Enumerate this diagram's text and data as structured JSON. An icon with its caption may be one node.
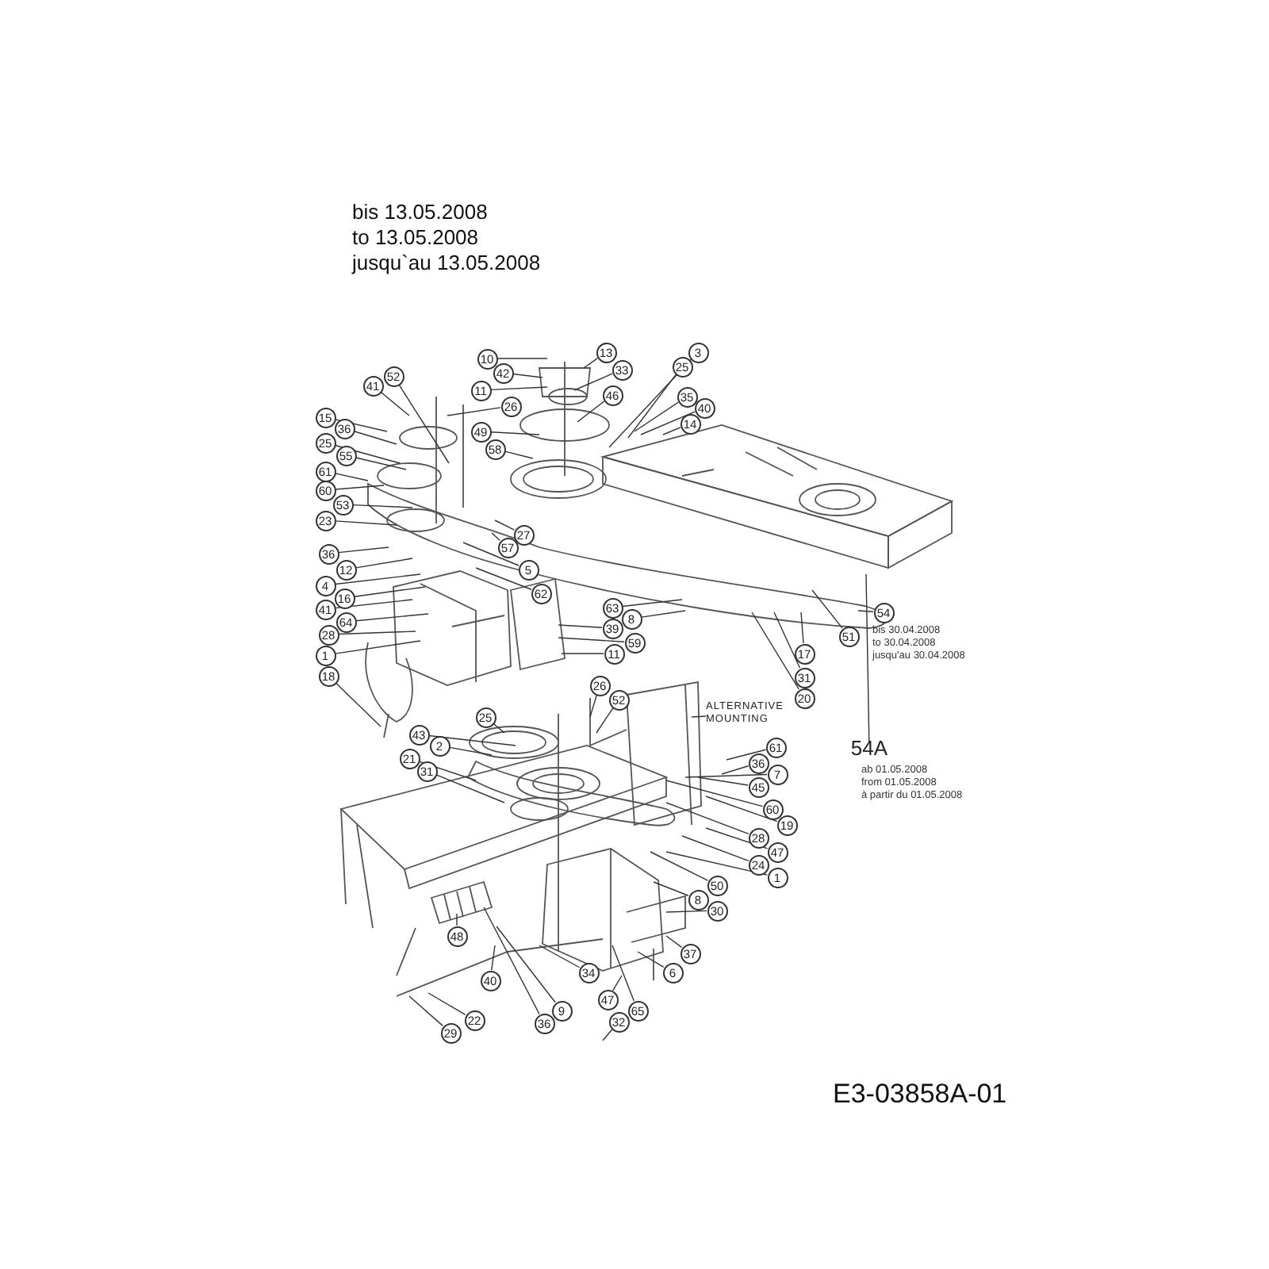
{
  "diagram": {
    "nodes": [
      {
        "text": [
          "10"
        ]
      },
      {
        "text": [
          "13"
        ]
      },
      {
        "text": [
          "42"
        ]
      },
      {
        "text": [
          "33"
        ]
      },
      {
        "text": [
          "3"
        ]
      },
      {
        "text": [
          "25"
        ]
      },
      {
        "text": [
          "52"
        ]
      },
      {
        "text": [
          "41"
        ]
      },
      {
        "text": [
          "11"
        ]
      },
      {
        "text": [
          "46"
        ]
      },
      {
        "text": [
          "26"
        ]
      },
      {
        "text": [
          "35"
        ]
      },
      {
        "text": [
          "40"
        ]
      },
      {
        "text": [
          "14"
        ]
      },
      {
        "text": [
          "15"
        ]
      },
      {
        "text": [
          "36"
        ]
      },
      {
        "text": [
          "49"
        ]
      },
      {
        "text": [
          "25"
        ]
      },
      {
        "text": [
          "58"
        ]
      },
      {
        "text": [
          "55"
        ]
      },
      {
        "text": [
          "61"
        ]
      },
      {
        "text": [
          "60"
        ]
      },
      {
        "text": [
          "53"
        ]
      },
      {
        "text": [
          "23"
        ]
      },
      {
        "text": [
          "27"
        ]
      },
      {
        "text": [
          "57"
        ]
      },
      {
        "text": [
          "36"
        ]
      },
      {
        "text": [
          "12"
        ]
      },
      {
        "text": [
          "4"
        ]
      },
      {
        "text": [
          "16"
        ]
      },
      {
        "text": [
          "41"
        ]
      },
      {
        "text": [
          "64"
        ]
      },
      {
        "text": [
          "28"
        ]
      },
      {
        "text": [
          "1"
        ]
      },
      {
        "text": [
          "18"
        ]
      },
      {
        "text": [
          "5"
        ]
      },
      {
        "text": [
          "62"
        ]
      },
      {
        "text": [
          "63"
        ]
      },
      {
        "text": [
          "8"
        ]
      },
      {
        "text": [
          "39"
        ]
      },
      {
        "text": [
          "59"
        ]
      },
      {
        "text": [
          "11"
        ]
      },
      {
        "text": [
          "54"
        ],
        "beside": [
          "bis 30.04.2008",
          "to 30.04.2008",
          "jusqu'au 30.04.2008"
        ]
      },
      {
        "text": [
          "51"
        ]
      },
      {
        "text": [
          "17"
        ]
      },
      {
        "text": [
          "31"
        ]
      },
      {
        "text": [
          "20"
        ]
      },
      {
        "text": [
          "54A"
        ],
        "beside": [
          "ab 01.05.2008",
          "from 01.05.2008",
          "à partir du 01.05.2008"
        ]
      },
      {
        "text": [
          "26"
        ]
      },
      {
        "text": [
          "52"
        ]
      },
      {
        "text": [
          "25"
        ]
      },
      {
        "text": [
          "43"
        ]
      },
      {
        "text": [
          "2"
        ]
      },
      {
        "text": [
          "21"
        ]
      },
      {
        "text": [
          "31"
        ]
      },
      {
        "text": [
          "ALTERNATIVE MOUNTING"
        ]
      },
      {
        "text": [
          "61"
        ]
      },
      {
        "text": [
          "36"
        ]
      },
      {
        "text": [
          "7"
        ]
      },
      {
        "text": [
          "45"
        ]
      },
      {
        "text": [
          "60"
        ]
      },
      {
        "text": [
          "19"
        ]
      },
      {
        "text": [
          "28"
        ]
      },
      {
        "text": [
          "47"
        ]
      },
      {
        "text": [
          "24"
        ]
      },
      {
        "text": [
          "1"
        ]
      },
      {
        "text": [
          "50"
        ]
      },
      {
        "text": [
          "8"
        ]
      },
      {
        "text": [
          "30"
        ]
      },
      {
        "text": [
          "37"
        ]
      },
      {
        "text": [
          "6"
        ]
      },
      {
        "text": [
          "65"
        ]
      },
      {
        "text": [
          "32"
        ]
      },
      {
        "text": [
          "47"
        ]
      },
      {
        "text": [
          "34"
        ]
      },
      {
        "text": [
          "9"
        ]
      },
      {
        "text": [
          "36"
        ]
      },
      {
        "text": [
          "48"
        ]
      },
      {
        "text": [
          "40"
        ]
      },
      {
        "text": [
          "22"
        ]
      },
      {
        "text": [
          "29"
        ]
      }
    ],
    "edges": [
      {
        "from": 0,
        "to": null,
        "arrow": "none"
      },
      {
        "from": 1,
        "to": null,
        "arrow": "none"
      },
      {
        "from": 2,
        "to": null,
        "arrow": "none"
      },
      {
        "from": 3,
        "to": null,
        "arrow": "none"
      },
      {
        "from": 4,
        "to": null,
        "arrow": "none"
      },
      {
        "from": 5,
        "to": null,
        "arrow": "none"
      },
      {
        "from": 6,
        "to": null,
        "arrow": "none"
      },
      {
        "from": 7,
        "to": null,
        "arrow": "none"
      },
      {
        "from": 8,
        "to": null,
        "arrow": "none"
      },
      {
        "from": 9,
        "to": null,
        "arrow": "none"
      },
      {
        "from": 10,
        "to": null,
        "arrow": "none"
      },
      {
        "from": 11,
        "to": null,
        "arrow": "none"
      },
      {
        "from": 12,
        "to": null,
        "arrow": "none"
      },
      {
        "from": 13,
        "to": null,
        "arrow": "none"
      },
      {
        "from": 14,
        "to": null,
        "arrow": "none"
      },
      {
        "from": 15,
        "to": null,
        "arrow": "none"
      },
      {
        "from": 16,
        "to": null,
        "arrow": "none"
      },
      {
        "from": 17,
        "to": null,
        "arrow": "none"
      },
      {
        "from": 18,
        "to": null,
        "arrow": "none"
      },
      {
        "from": 19,
        "to": null,
        "arrow": "none"
      },
      {
        "from": 20,
        "to": null,
        "arrow": "none"
      },
      {
        "from": 21,
        "to": null,
        "arrow": "none"
      },
      {
        "from": 22,
        "to": null,
        "arrow": "none"
      },
      {
        "from": 23,
        "to": null,
        "arrow": "none"
      },
      {
        "from": 24,
        "to": null,
        "arrow": "none"
      },
      {
        "from": 25,
        "to": null,
        "arrow": "none"
      },
      {
        "from": 26,
        "to": null,
        "arrow": "none"
      },
      {
        "from": 27,
        "to": null,
        "arrow": "none"
      },
      {
        "from": 28,
        "to": null,
        "arrow": "none"
      },
      {
        "from": 29,
        "to": null,
        "arrow": "none"
      },
      {
        "from": 30,
        "to": null,
        "arrow": "none"
      },
      {
        "from": 31,
        "to": null,
        "arrow": "none"
      },
      {
        "from": 32,
        "to": null,
        "arrow": "none"
      },
      {
        "from": 33,
        "to": null,
        "arrow": "none"
      },
      {
        "from": 34,
        "to": null,
        "arrow": "none"
      },
      {
        "from": 35,
        "to": null,
        "arrow": "none"
      },
      {
        "from": 36,
        "to": null,
        "arrow": "none"
      },
      {
        "from": 37,
        "to": null,
        "arrow": "none"
      },
      {
        "from": 38,
        "to": null,
        "arrow": "none"
      },
      {
        "from": 39,
        "to": null,
        "arrow": "none"
      },
      {
        "from": 40,
        "to": null,
        "arrow": "none"
      },
      {
        "from": 41,
        "to": null,
        "arrow": "none"
      },
      {
        "from": 42,
        "to": null,
        "arrow": "none"
      },
      {
        "from": 43,
        "to": null,
        "arrow": "none"
      },
      {
        "from": 44,
        "to": null,
        "arrow": "none"
      },
      {
        "from": 45,
        "to": null,
        "arrow": "none"
      },
      {
        "from": 46,
        "to": null,
        "arrow": "none"
      },
      {
        "from": 47,
        "to": null,
        "arrow": "none"
      },
      {
        "from": 48,
        "to": null,
        "arrow": "none"
      },
      {
        "from": 49,
        "to": null,
        "arrow": "none"
      },
      {
        "from": 50,
        "to": null,
        "arrow": "none"
      },
      {
        "from": 51,
        "to": null,
        "arrow": "none"
      },
      {
        "from": 52,
        "to": null,
        "arrow": "none"
      },
      {
        "from": 53,
        "to": null,
        "arrow": "none"
      },
      {
        "from": 54,
        "to": null,
        "arrow": "none"
      },
      {
        "from": 55,
        "to": null,
        "arrow": "none"
      },
      {
        "from": 56,
        "to": null,
        "arrow": "none"
      },
      {
        "from": 57,
        "to": null,
        "arrow": "none"
      },
      {
        "from": 58,
        "to": null,
        "arrow": "none"
      },
      {
        "from": 59,
        "to": null,
        "arrow": "none"
      },
      {
        "from": 60,
        "to": null,
        "arrow": "none"
      },
      {
        "from": 61,
        "to": null,
        "arrow": "none"
      },
      {
        "from": 62,
        "to": null,
        "arrow": "none"
      },
      {
        "from": 63,
        "to": null,
        "arrow": "none"
      },
      {
        "from": 64,
        "to": null,
        "arrow": "none"
      },
      {
        "from": 65,
        "to": null,
        "arrow": "none"
      },
      {
        "from": 66,
        "to": null,
        "arrow": "none"
      },
      {
        "from": 67,
        "to": null,
        "arrow": "none"
      },
      {
        "from": 68,
        "to": null,
        "arrow": "none"
      },
      {
        "from": 69,
        "to": null,
        "arrow": "none"
      },
      {
        "from": 70,
        "to": null,
        "arrow": "none"
      },
      {
        "from": 71,
        "to": null,
        "arrow": "none"
      },
      {
        "from": 72,
        "to": null,
        "arrow": "none"
      },
      {
        "from": 73,
        "to": null,
        "arrow": "none"
      },
      {
        "from": 74,
        "to": null,
        "arrow": "none"
      },
      {
        "from": 75,
        "to": null,
        "arrow": "none"
      },
      {
        "from": 76,
        "to": null,
        "arrow": "none"
      },
      {
        "from": 77,
        "to": null,
        "arrow": "none"
      },
      {
        "from": 78,
        "to": null,
        "arrow": "none"
      },
      {
        "from": 79,
        "to": null,
        "arrow": "none"
      },
      {
        "from": 80,
        "to": null,
        "arrow": "none"
      }
    ],
    "labels": [
      "bis 13.05.2008",
      "to 13.05.2008",
      "jusqu`au 13.05.2008",
      "E3-03858A-01"
    ]
  }
}
